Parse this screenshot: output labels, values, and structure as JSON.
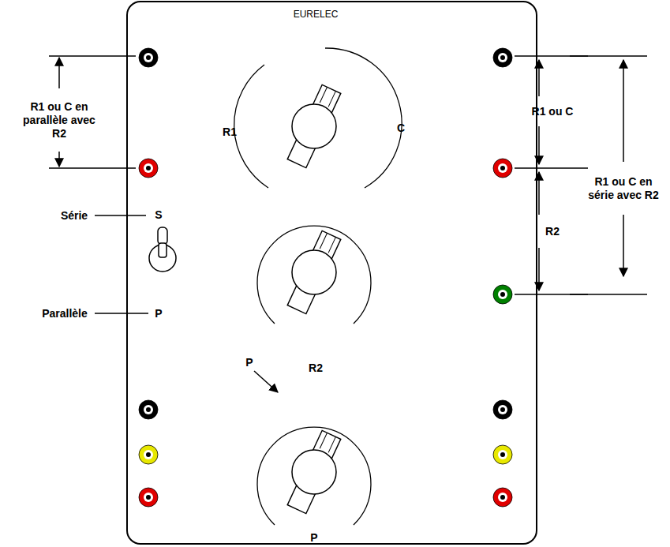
{
  "diagram": {
    "nodes": [
      {
        "text": [
          "EURELEC"
        ]
      }
    ],
    "labels": [
      "R1 ou C en parallèle avec R2",
      "R1",
      "C",
      "R1 ou C",
      "R1 ou C en série avec R2",
      "Série",
      "S",
      "R2",
      "Parallèle",
      "P",
      "P",
      "R2",
      "P"
    ]
  }
}
